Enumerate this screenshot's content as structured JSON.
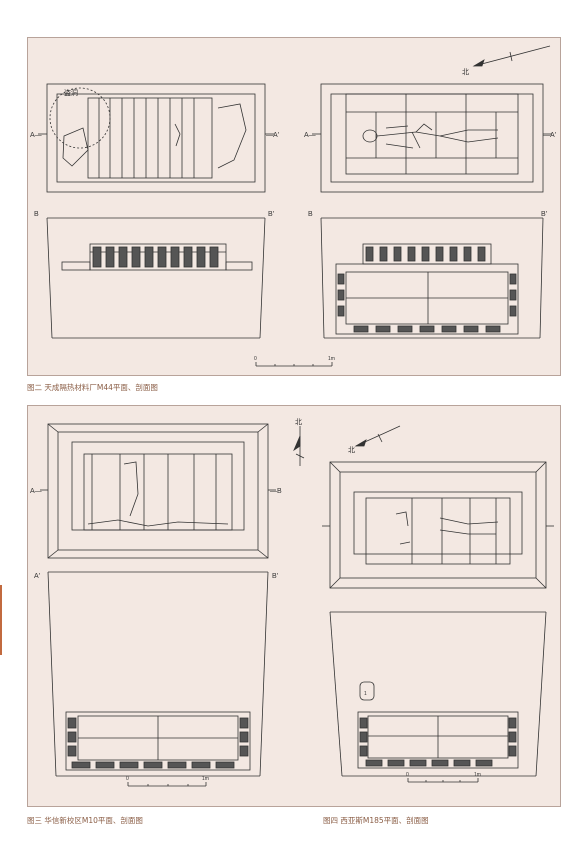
{
  "figure2": {
    "caption": "图二   天成隔热材料厂M44平面、剖面图",
    "left_plan": {
      "robber_hole": "盗洞",
      "label_a": "A—",
      "label_a2": "—A′",
      "label_b": "B",
      "label_b2": "B′"
    },
    "right_plan": {
      "north": "北",
      "label_a": "A—",
      "label_a2": "—A′",
      "label_b": "B",
      "label_b2": "B′"
    },
    "scale": {
      "start": "0",
      "end": "1m"
    }
  },
  "figure3": {
    "caption": "图三   华信新校区M10平面、剖面图",
    "north": "北",
    "label_a": "A—",
    "label_b": "—B",
    "label_a2": "A′",
    "label_b2": "B′",
    "scale": {
      "start": "0",
      "end": "1m"
    }
  },
  "figure4": {
    "caption": "图四   西亚斯M185平面、剖面图",
    "north": "北",
    "artifact_number": "1",
    "scale": {
      "start": "0",
      "end": "1m"
    }
  },
  "colors": {
    "panel_bg": "#f3e8e2",
    "caption": "#8a5d45",
    "ink": "#333333"
  }
}
